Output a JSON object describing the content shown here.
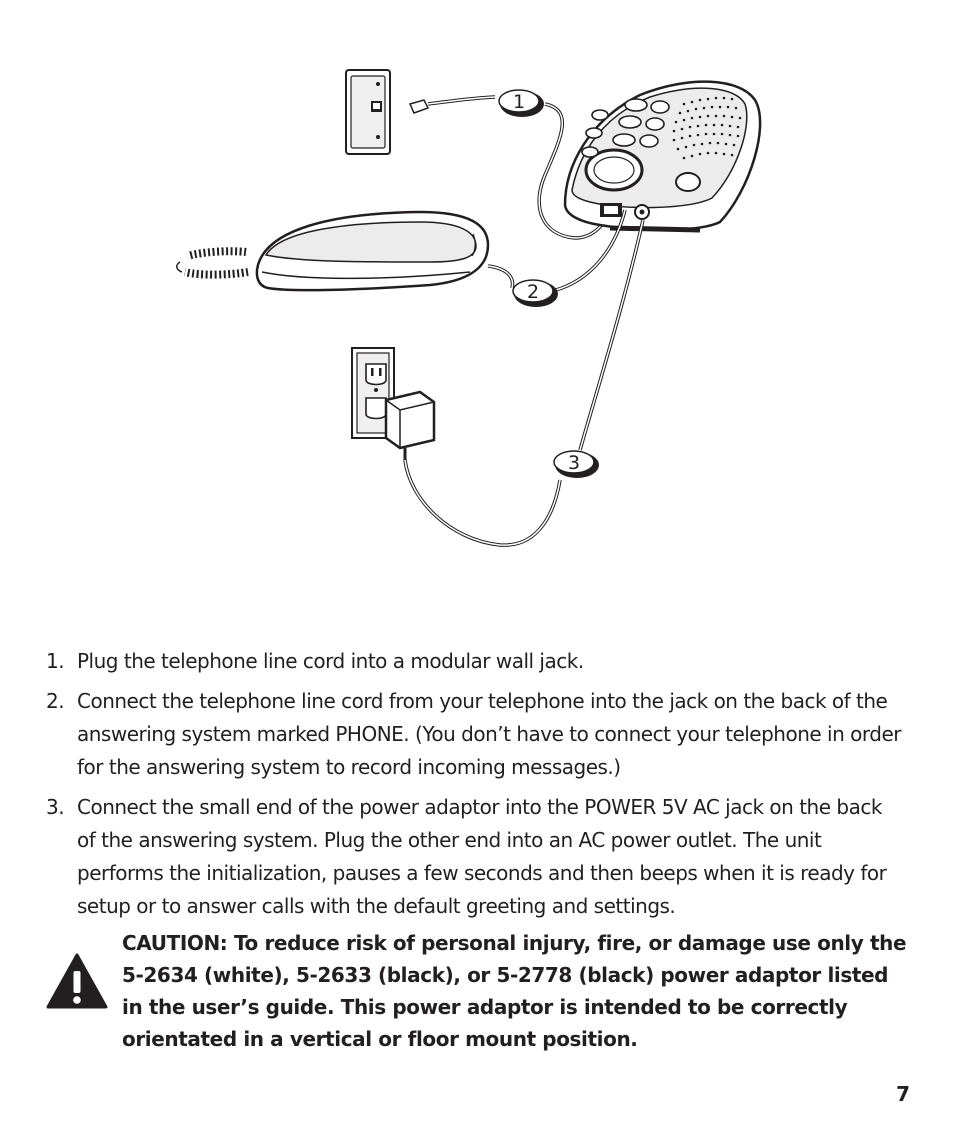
{
  "diagram": {
    "callouts": [
      "1",
      "2",
      "3"
    ]
  },
  "steps": [
    {
      "num": "1.",
      "text": "Plug the telephone line cord into a modular wall jack."
    },
    {
      "num": "2.",
      "text": "Connect the telephone line cord from your telephone into the jack on the back of the answering system marked PHONE. (You don’t have to connect your telephone in order for the answering system to record incoming messages.)"
    },
    {
      "num": "3.",
      "text": "Connect the small end of the power adaptor into the POWER 5V AC jack on the back of the answering system. Plug the other end into an AC power outlet. The unit performs the initialization, pauses a few seconds and then beeps when it is ready for setup or to answer calls with the default greeting and settings."
    }
  ],
  "caution": {
    "text": "CAUTION: To reduce risk of personal injury, fire, or damage use only the 5-2634 (white), 5-2633 (black), or 5-2778 (black) power adaptor listed in the user’s guide. This power adaptor is intended to be correctly orientated in a vertical or floor mount position.",
    "icon": "warning-triangle-icon"
  },
  "page_number": "7"
}
